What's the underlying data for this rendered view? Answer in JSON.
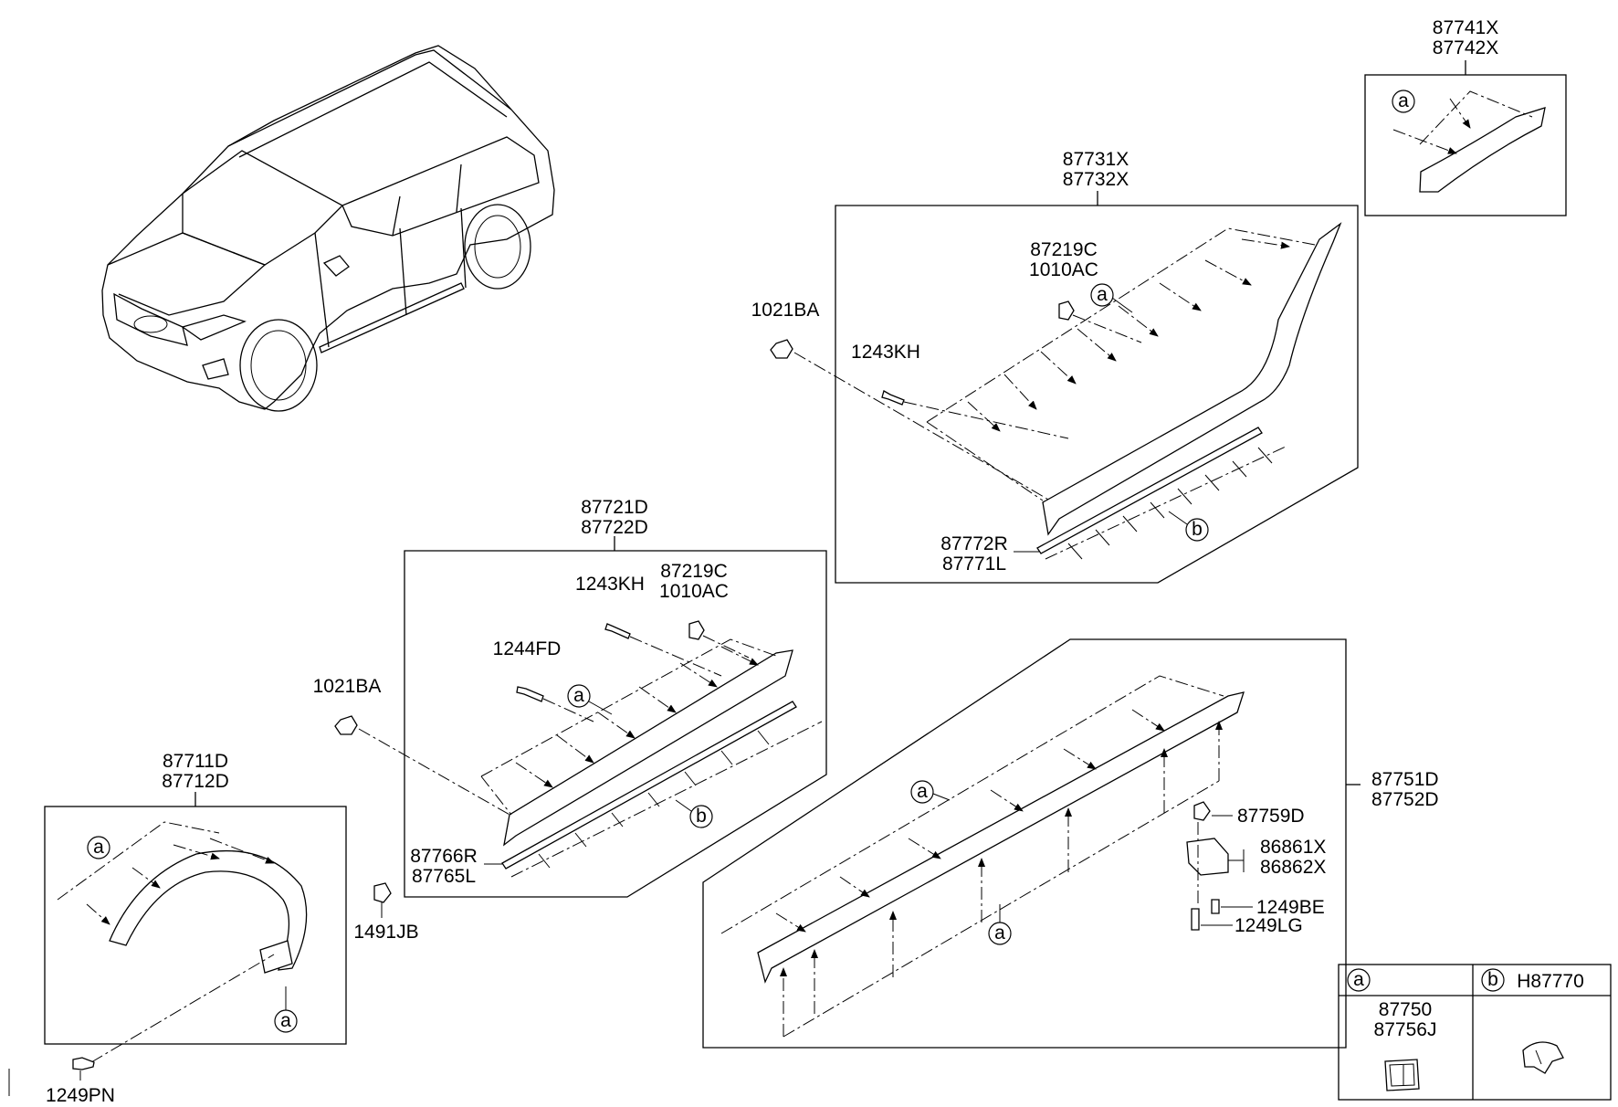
{
  "callouts": {
    "fender_flare_rear": [
      "87741X",
      "87742X"
    ],
    "rocker_rear": [
      "87731X",
      "87732X"
    ],
    "clip_rear": [
      "87219C",
      "1010AC"
    ],
    "nut_rear": "1021BA",
    "screw_rear": "1243KH",
    "strip_rear": [
      "87772R",
      "87771L"
    ],
    "rocker_front": [
      "87721D",
      "87722D"
    ],
    "screw_front": "1243KH",
    "clip_front": [
      "87219C",
      "1010AC"
    ],
    "bolt_front": "1244FD",
    "nut_front": "1021BA",
    "strip_front": [
      "87766R",
      "87765L"
    ],
    "fender_flare_front": [
      "87711D",
      "87712D"
    ],
    "clip_flare": "1491JB",
    "screw_flare": "1249PN",
    "side_sill": [
      "87751D",
      "87752D"
    ],
    "sill_clip": "87759D",
    "bracket": [
      "86861X",
      "86862X"
    ],
    "screw_be": "1249BE",
    "screw_lg": "1249LG"
  },
  "markers": {
    "a": "a",
    "b": "b"
  },
  "legend": {
    "a_marker": "a",
    "b_marker": "b",
    "b_part": "H87770",
    "a_parts": [
      "87750",
      "87756J"
    ]
  }
}
